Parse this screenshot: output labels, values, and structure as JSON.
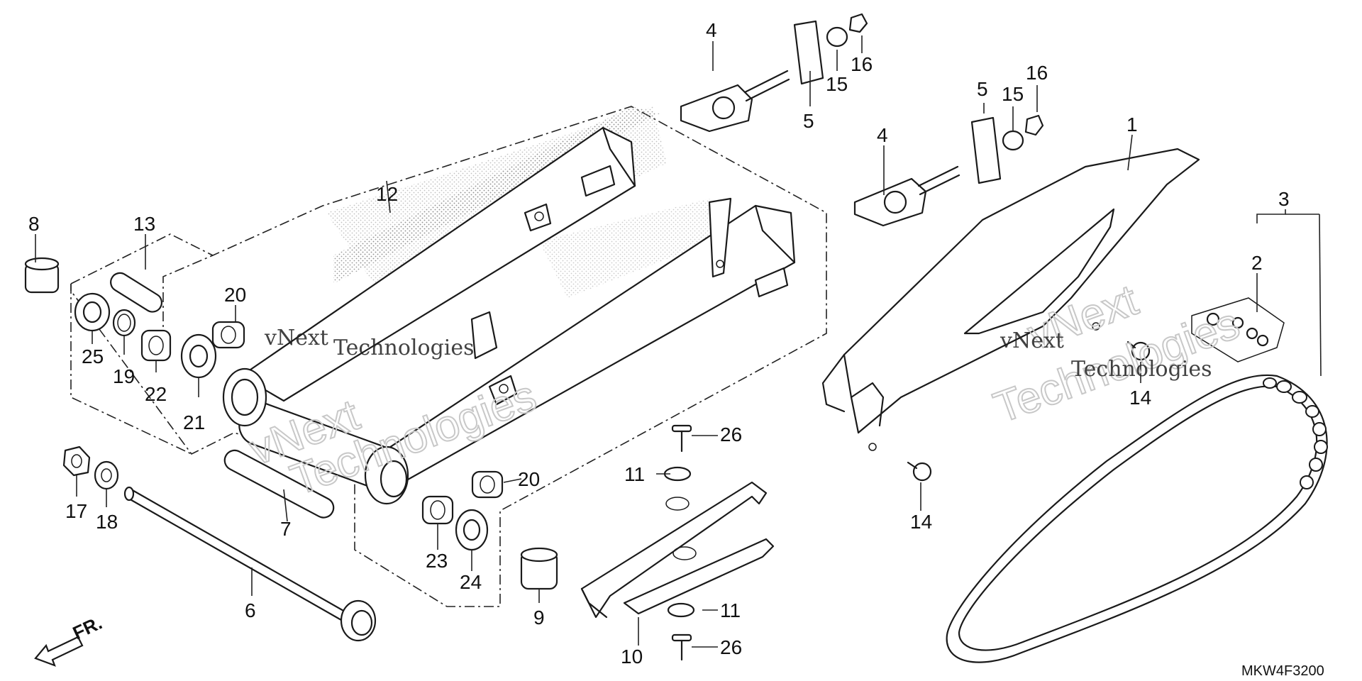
{
  "diagram_code": "MKW4F3200",
  "front_arrow_label": "FR.",
  "watermarks": [
    {
      "line1": "vNext",
      "line2": "Technologies"
    },
    {
      "line1": "vNext",
      "line2": "Technologies"
    }
  ],
  "callouts": [
    "1",
    "2",
    "3",
    "4",
    "4",
    "5",
    "5",
    "6",
    "7",
    "8",
    "9",
    "10",
    "11",
    "11",
    "12",
    "13",
    "14",
    "14",
    "15",
    "15",
    "16",
    "16",
    "17",
    "18",
    "19",
    "20",
    "20",
    "21",
    "22",
    "23",
    "24",
    "25",
    "26",
    "26"
  ],
  "colors": {
    "line": "#1a1a1a",
    "stipple": "#9a9a9a",
    "watermark": "#c8c8c8"
  }
}
